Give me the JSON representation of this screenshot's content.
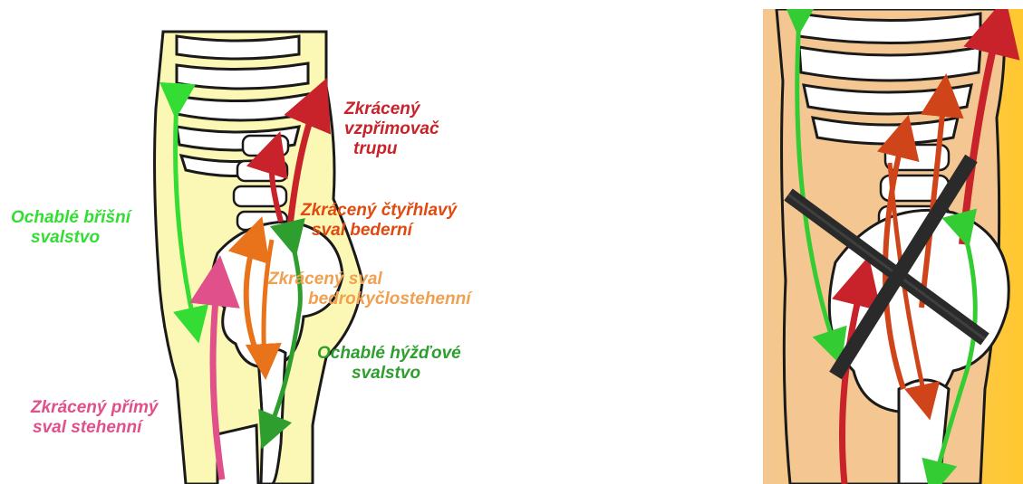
{
  "colors": {
    "bright_green": "#33dd33",
    "dark_green": "#2e9e2e",
    "red": "#c8232a",
    "orange": "#e8731a",
    "pink": "#e0508a",
    "orange_red": "#e04a10",
    "skin_yellow": "#fbf7b4",
    "skin_tan": "#f4c792",
    "sun": "#ffc830",
    "bone": "#ffffff",
    "outline": "#1a1a1a",
    "cross": "#2a2a2a"
  },
  "labels": {
    "erector": [
      "Zkrácený",
      "vzpřimovač",
      "trupu"
    ],
    "abdominal": [
      "Ochablé břišní",
      "svalstvo"
    ],
    "psoas": [
      "Zkrácený čtyřhlavý",
      "sval bederní"
    ],
    "iliopsoas": [
      "Zkrácený sval",
      "bedrokyčlostehenní"
    ],
    "gluteal": [
      "Ochablé hýžďové",
      "svalstvo"
    ],
    "rectus": [
      "Zkrácený přímý",
      "sval stehenní"
    ]
  }
}
